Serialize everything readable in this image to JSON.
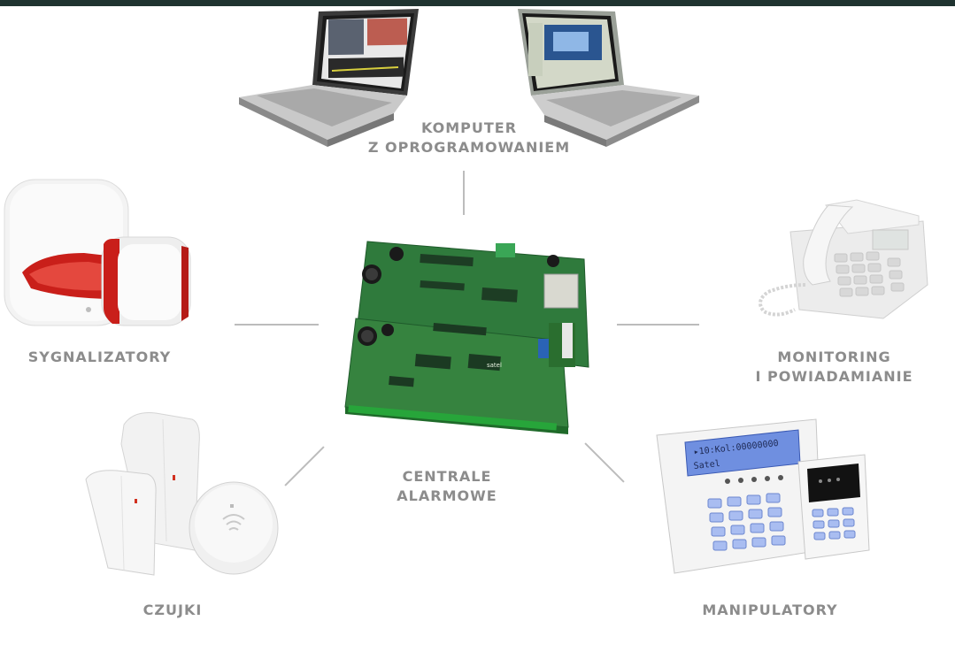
{
  "labels": {
    "computer_line1": "KOMPUTER",
    "computer_line2": "Z OPROGRAMOWANIEM",
    "sirens": "SYGNALIZATORY",
    "monitoring_line1": "MONITORING",
    "monitoring_line2": "I POWIADAMIANIE",
    "panels_line1": "CENTRALE",
    "panels_line2": "ALARMOWE",
    "detectors": "CZUJKI",
    "keypads": "MANIPULATORY"
  },
  "keypad_display": {
    "line1": "▸10:Kol:00000000",
    "line2": "Satel"
  },
  "board_brand": "satel",
  "colors": {
    "label_text": "#8c8c8c",
    "connector": "#bcbcbc",
    "pcb_green": "#2f7a3c",
    "siren_red": "#c91f1a",
    "lcd_blue": "#6f8fe0",
    "top_bar": "#1f3330"
  },
  "icons": [
    "laptop-icon",
    "siren-icon",
    "phone-icon",
    "pcb-icon",
    "motion-detector-icon",
    "keypad-icon"
  ]
}
